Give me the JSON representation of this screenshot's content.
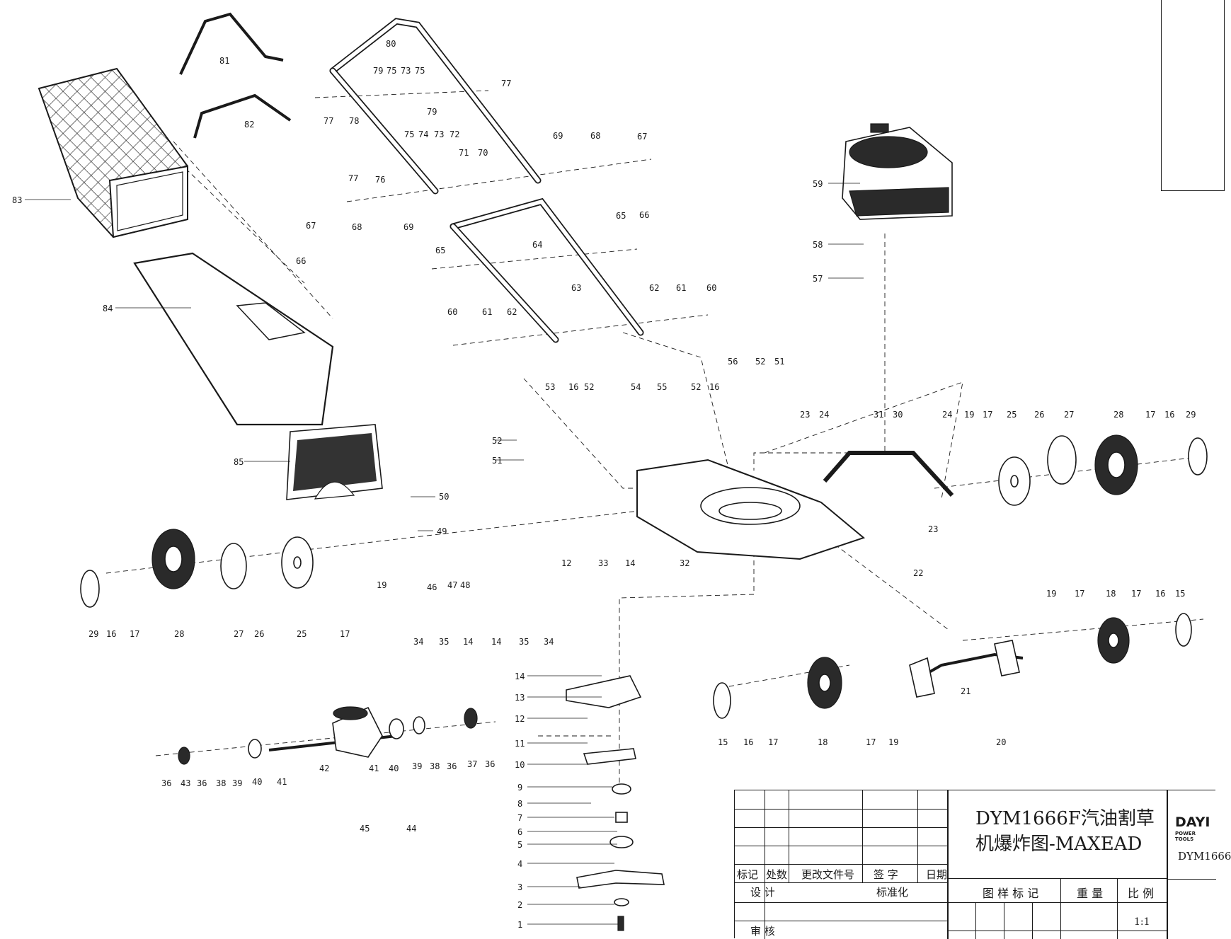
{
  "callouts": [
    {
      "id": "80",
      "label": "80"
    },
    {
      "id": "81",
      "label": "81"
    },
    {
      "id": "82",
      "label": "82"
    },
    {
      "id": "83",
      "label": "83"
    },
    {
      "id": "84",
      "label": "84"
    },
    {
      "id": "85",
      "label": "85"
    },
    {
      "id": "79a",
      "label": "79"
    },
    {
      "id": "75a",
      "label": "75"
    },
    {
      "id": "73a",
      "label": "73"
    },
    {
      "id": "75b",
      "label": "75"
    },
    {
      "id": "77a",
      "label": "77"
    },
    {
      "id": "77b",
      "label": "77"
    },
    {
      "id": "78",
      "label": "78"
    },
    {
      "id": "79b",
      "label": "79"
    },
    {
      "id": "75c",
      "label": "75"
    },
    {
      "id": "74",
      "label": "74"
    },
    {
      "id": "73b",
      "label": "73"
    },
    {
      "id": "72",
      "label": "72"
    },
    {
      "id": "71",
      "label": "71"
    },
    {
      "id": "70",
      "label": "70"
    },
    {
      "id": "77c",
      "label": "77"
    },
    {
      "id": "76",
      "label": "76"
    },
    {
      "id": "69a",
      "label": "69"
    },
    {
      "id": "68a",
      "label": "68"
    },
    {
      "id": "67a",
      "label": "67"
    },
    {
      "id": "66a",
      "label": "66"
    },
    {
      "id": "67b",
      "label": "67"
    },
    {
      "id": "68b",
      "label": "68"
    },
    {
      "id": "69b",
      "label": "69"
    },
    {
      "id": "66b",
      "label": "66"
    },
    {
      "id": "65a",
      "label": "65"
    },
    {
      "id": "64",
      "label": "64"
    },
    {
      "id": "65b",
      "label": "65"
    },
    {
      "id": "63",
      "label": "63"
    },
    {
      "id": "62a",
      "label": "62"
    },
    {
      "id": "61a",
      "label": "61"
    },
    {
      "id": "60a",
      "label": "60"
    },
    {
      "id": "60b",
      "label": "60"
    },
    {
      "id": "61b",
      "label": "61"
    },
    {
      "id": "62b",
      "label": "62"
    },
    {
      "id": "59",
      "label": "59"
    },
    {
      "id": "58",
      "label": "58"
    },
    {
      "id": "57",
      "label": "57"
    },
    {
      "id": "56",
      "label": "56"
    },
    {
      "id": "52a",
      "label": "52"
    },
    {
      "id": "51a",
      "label": "51"
    },
    {
      "id": "53",
      "label": "53"
    },
    {
      "id": "16a",
      "label": "16"
    },
    {
      "id": "52b",
      "label": "52"
    },
    {
      "id": "54",
      "label": "54"
    },
    {
      "id": "55",
      "label": "55"
    },
    {
      "id": "52c",
      "label": "52"
    },
    {
      "id": "16b",
      "label": "16"
    },
    {
      "id": "52d",
      "label": "52"
    },
    {
      "id": "51b",
      "label": "51"
    },
    {
      "id": "50",
      "label": "50"
    },
    {
      "id": "49",
      "label": "49"
    },
    {
      "id": "47",
      "label": "47"
    },
    {
      "id": "48",
      "label": "48"
    },
    {
      "id": "46",
      "label": "46"
    },
    {
      "id": "23a",
      "label": "23"
    },
    {
      "id": "24a",
      "label": "24"
    },
    {
      "id": "31",
      "label": "31"
    },
    {
      "id": "30",
      "label": "30"
    },
    {
      "id": "24b",
      "label": "24"
    },
    {
      "id": "19a",
      "label": "19"
    },
    {
      "id": "17a",
      "label": "17"
    },
    {
      "id": "25a",
      "label": "25"
    },
    {
      "id": "26a",
      "label": "26"
    },
    {
      "id": "27a",
      "label": "27"
    },
    {
      "id": "28a",
      "label": "28"
    },
    {
      "id": "17b",
      "label": "17"
    },
    {
      "id": "16c",
      "label": "16"
    },
    {
      "id": "29a",
      "label": "29"
    },
    {
      "id": "23b",
      "label": "23"
    },
    {
      "id": "12a",
      "label": "12"
    },
    {
      "id": "33",
      "label": "33"
    },
    {
      "id": "14a",
      "label": "14"
    },
    {
      "id": "32",
      "label": "32"
    },
    {
      "id": "29b",
      "label": "29"
    },
    {
      "id": "16d",
      "label": "16"
    },
    {
      "id": "17c",
      "label": "17"
    },
    {
      "id": "28b",
      "label": "28"
    },
    {
      "id": "27b",
      "label": "27"
    },
    {
      "id": "26b",
      "label": "26"
    },
    {
      "id": "25b",
      "label": "25"
    },
    {
      "id": "17d",
      "label": "17"
    },
    {
      "id": "19b",
      "label": "19"
    },
    {
      "id": "34a",
      "label": "34"
    },
    {
      "id": "35a",
      "label": "35"
    },
    {
      "id": "14b",
      "label": "14"
    },
    {
      "id": "14c",
      "label": "14"
    },
    {
      "id": "35b",
      "label": "35"
    },
    {
      "id": "34b",
      "label": "34"
    },
    {
      "id": "22",
      "label": "22"
    },
    {
      "id": "19c",
      "label": "19"
    },
    {
      "id": "17e",
      "label": "17"
    },
    {
      "id": "18a",
      "label": "18"
    },
    {
      "id": "17f",
      "label": "17"
    },
    {
      "id": "16e",
      "label": "16"
    },
    {
      "id": "15a",
      "label": "15"
    },
    {
      "id": "21",
      "label": "21"
    },
    {
      "id": "15b",
      "label": "15"
    },
    {
      "id": "16f",
      "label": "16"
    },
    {
      "id": "17g",
      "label": "17"
    },
    {
      "id": "18b",
      "label": "18"
    },
    {
      "id": "17h",
      "label": "17"
    },
    {
      "id": "19d",
      "label": "19"
    },
    {
      "id": "20",
      "label": "20"
    },
    {
      "id": "14d",
      "label": "14"
    },
    {
      "id": "13",
      "label": "13"
    },
    {
      "id": "12b",
      "label": "12"
    },
    {
      "id": "11",
      "label": "11"
    },
    {
      "id": "10",
      "label": "10"
    },
    {
      "id": "9",
      "label": "9"
    },
    {
      "id": "8",
      "label": "8"
    },
    {
      "id": "7",
      "label": "7"
    },
    {
      "id": "6",
      "label": "6"
    },
    {
      "id": "5",
      "label": "5"
    },
    {
      "id": "4",
      "label": "4"
    },
    {
      "id": "3",
      "label": "3"
    },
    {
      "id": "2",
      "label": "2"
    },
    {
      "id": "1",
      "label": "1"
    },
    {
      "id": "36a",
      "label": "36"
    },
    {
      "id": "43",
      "label": "43"
    },
    {
      "id": "36b",
      "label": "36"
    },
    {
      "id": "38a",
      "label": "38"
    },
    {
      "id": "39a",
      "label": "39"
    },
    {
      "id": "40a",
      "label": "40"
    },
    {
      "id": "41a",
      "label": "41"
    },
    {
      "id": "42",
      "label": "42"
    },
    {
      "id": "41b",
      "label": "41"
    },
    {
      "id": "40b",
      "label": "40"
    },
    {
      "id": "39b",
      "label": "39"
    },
    {
      "id": "38b",
      "label": "38"
    },
    {
      "id": "36c",
      "label": "36"
    },
    {
      "id": "37",
      "label": "37"
    },
    {
      "id": "36d",
      "label": "36"
    },
    {
      "id": "45",
      "label": "45"
    },
    {
      "id": "44",
      "label": "44"
    }
  ],
  "title_block": {
    "title_line1": "DYM1666F汽油割草",
    "title_line2": "机爆炸图-MAXEAD",
    "hdr_mark": "标记",
    "hdr_count": "处数",
    "hdr_change_doc": "更改文件号",
    "hdr_sign": "签 字",
    "hdr_date": "日期",
    "design": "设 计",
    "standardize": "标准化",
    "review": "审 核",
    "drawing_mark": "图 样 标 记",
    "weight": "重 量",
    "scale": "比 例",
    "scale_value": "1:1",
    "logo": "DAYI",
    "logo_sub": "POWER TOOLS",
    "model_code": "DYM1666"
  }
}
